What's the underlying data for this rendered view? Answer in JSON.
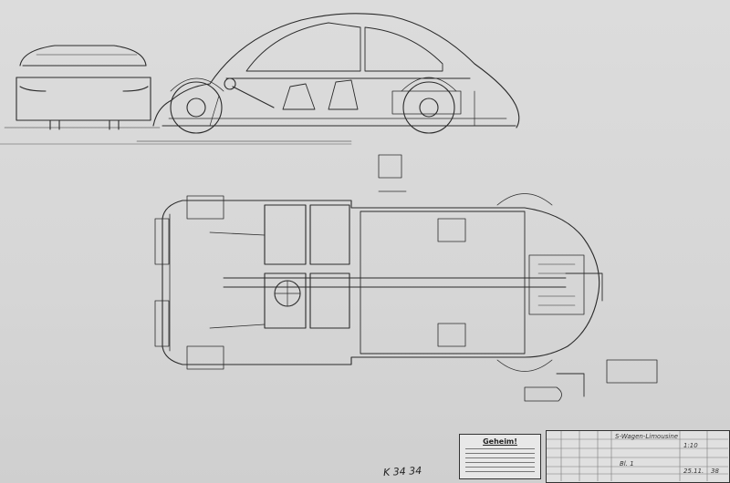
{
  "drawing_number": "K 34 34",
  "title_block": {
    "stamp_heading": "Geheim!",
    "name_line": "S-Wagen-Limousine",
    "scale": "1:10",
    "sheet": "Bl. 1",
    "date": "25.11.",
    "year_note": "38"
  }
}
